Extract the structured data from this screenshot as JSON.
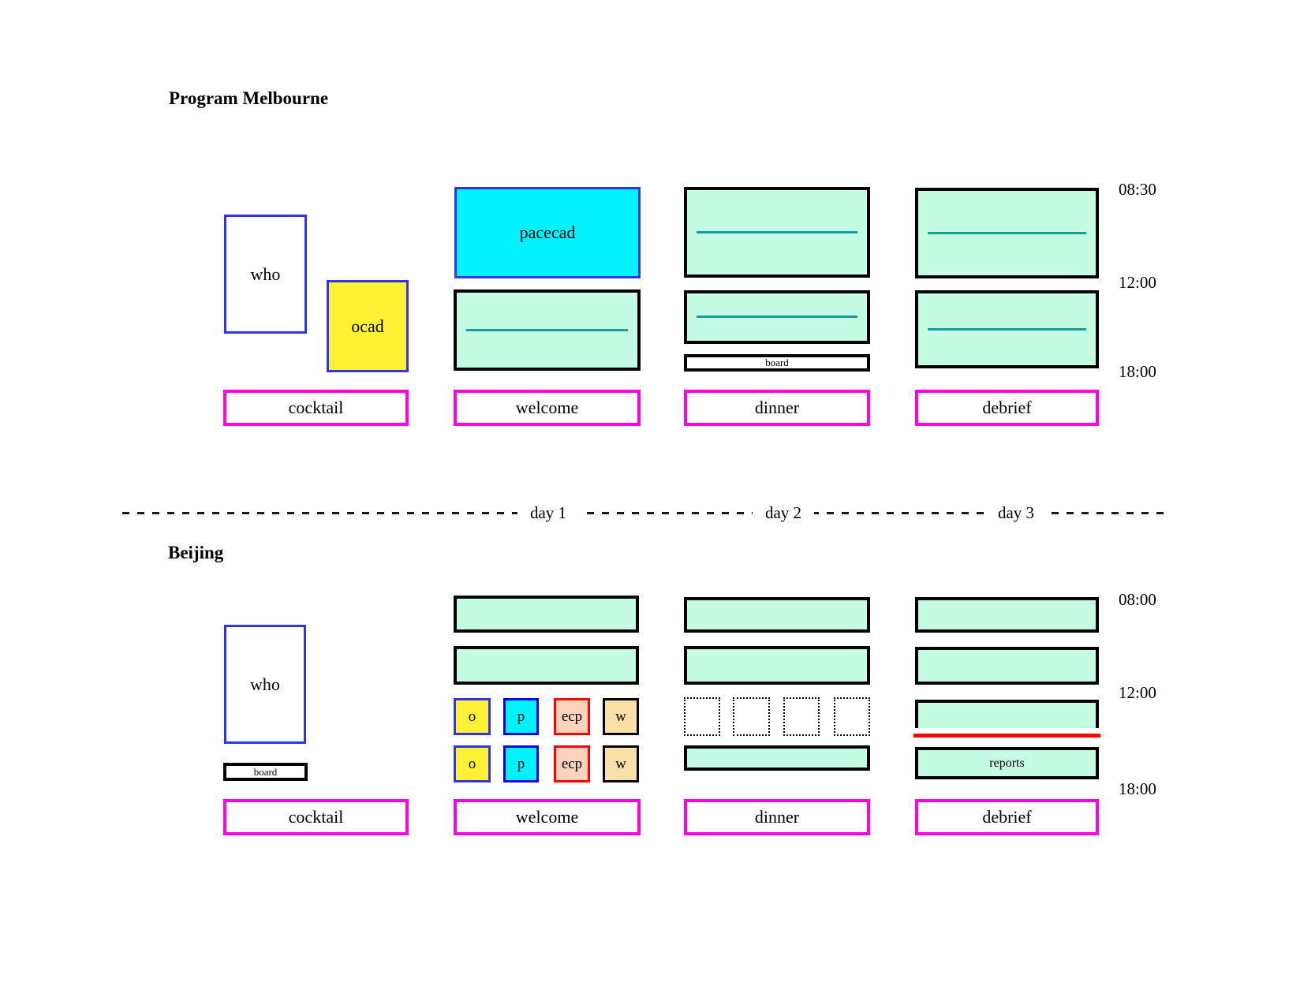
{
  "colors": {
    "blue_border": "#3333e8",
    "strong_blue_border": "#0000e8",
    "cyan": "#00f2ff",
    "yellow": "#fff133",
    "mint_green": "#c3fce2",
    "teal_line": "#149d9d",
    "magenta": "#ff00e8",
    "red": "#ff0000",
    "salmon": "#fcd3bd",
    "wheat": "#f8e0a6"
  },
  "melbourne": {
    "title": "Program Melbourne",
    "who": "who",
    "ocad": "ocad",
    "pacecad": "pacecad",
    "board": "board",
    "times": [
      "08:30",
      "12:00",
      "18:00"
    ],
    "labels": [
      "cocktail",
      "welcome",
      "dinner",
      "debrief"
    ]
  },
  "separator": {
    "days": [
      "day 1",
      "day 2",
      "day 3"
    ]
  },
  "beijing": {
    "title": "Beijing",
    "who": "who",
    "board": "board",
    "reports": "reports",
    "times": [
      "08:00",
      "12:00",
      "18:00"
    ],
    "labels": [
      "cocktail",
      "welcome",
      "dinner",
      "debrief"
    ],
    "mini_row1": [
      "o",
      "p",
      "ecp",
      "w"
    ],
    "mini_row2": [
      "o",
      "p",
      "ecp",
      "w"
    ]
  }
}
